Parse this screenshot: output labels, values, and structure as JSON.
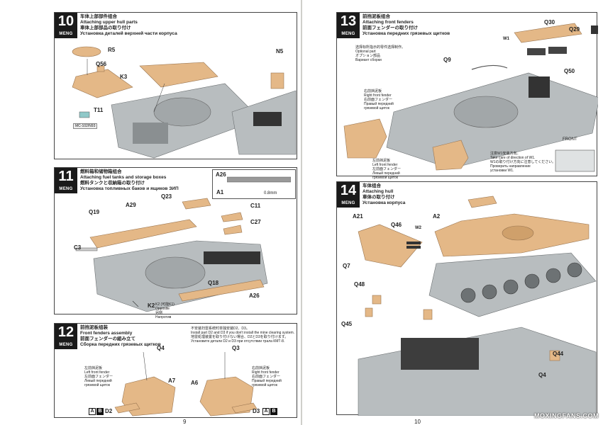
{
  "brand": "MENG",
  "steps": {
    "s10": {
      "num": "10",
      "zh": "车体上部部件组合",
      "en": "Attaching upper hull parts",
      "jp": "車体上部部品の取り付け",
      "ru": "Установка деталей верхней части корпуса",
      "parts": [
        "R5",
        "Q56",
        "K3",
        "T11",
        "N5"
      ],
      "paint": "MC-102/N93"
    },
    "s11": {
      "num": "11",
      "zh": "燃料箱和储物箱组合",
      "en": "Attaching fuel tanks and storage boxes",
      "jp": "燃料タンクと収納箱の取り付け",
      "ru": "Установка топливных баков и ящиков ЗИП",
      "parts": [
        "A1",
        "Q23",
        "A29",
        "Q19",
        "C11",
        "C27",
        "C3",
        "Q18",
        "A26",
        "K2"
      ],
      "k2_note": [
        "K2 (可能K1)",
        "Opposite",
        "另侧",
        "Напротив"
      ],
      "detail": {
        "label": "A26",
        "dim": "0.8mm"
      }
    },
    "s12": {
      "num": "12",
      "zh": "前挡泥板组装",
      "en": "Front fenders assembly",
      "jp": "前面フェンダーの組み立て",
      "ru": "Сборка передних грязевых щитков",
      "note": [
        "不安装扫雷系统时单独安装D2、D3。",
        "Install part D2 and D3 if you don't install the mine clearing system.",
        "地雷処理装置を取り付けない場合、D2とD3を取り付けます。",
        "Установите детали D2 и D3 при отсутствии трала КМТ-8."
      ],
      "left_fender": [
        "左前挡泥板",
        "Left front fender",
        "左前面フェンダー",
        "Левый передний",
        "грязевой щиток"
      ],
      "right_fender": [
        "右前挡泥板",
        "Right front fender",
        "右前面フェンダー",
        "Правый передний",
        "грязевой щиток"
      ],
      "parts": [
        "Q4",
        "A7",
        "Q3",
        "A6",
        "D2",
        "D3"
      ],
      "badges": [
        "A",
        "B"
      ]
    },
    "s13": {
      "num": "13",
      "zh": "前挡泥板组合",
      "en": "Attaching front fenders",
      "jp": "前面フェンダーの取り付け",
      "ru": "Установка передних грязевых щитков",
      "optional": [
        "选择标所指示的零件选择制作。",
        "Optional part",
        "オプション部品",
        "Вариант сборки"
      ],
      "right_fender": [
        "右前挡泥板",
        "Right front fender",
        "右前面フェンダー",
        "Правый передний",
        "грязевой щиток"
      ],
      "left_fender": [
        "左前挡泥板",
        "Left front fender",
        "左前面フェンダー",
        "Левый передний",
        "грязевой щиток"
      ],
      "parts": [
        "Q30",
        "Q29",
        "W1",
        "Q9",
        "Q50"
      ],
      "notice": [
        "注意W1安装方向。",
        "Take care of direction of W1.",
        "W1の取り付け方向に注意してください。",
        "Проверить направление",
        "установки W1."
      ],
      "front_label": "FRONT"
    },
    "s14": {
      "num": "14",
      "zh": "车体组合",
      "en": "Attaching hull",
      "jp": "車体の取り付け",
      "ru": "Установка корпуса",
      "parts": [
        "A21",
        "A2",
        "Q46",
        "W2",
        "Q7",
        "Q48",
        "Q45",
        "Q44",
        "Q4"
      ]
    }
  },
  "page_numbers": {
    "left": "9",
    "right": "10"
  },
  "watermark": "MOXINGFANS.COM"
}
